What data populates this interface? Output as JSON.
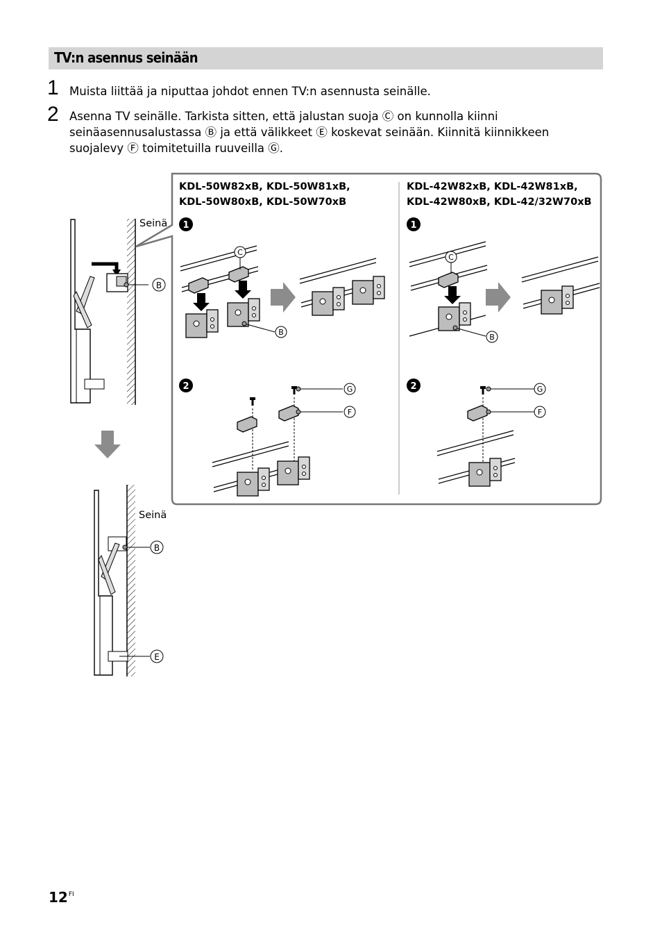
{
  "section": {
    "title": "TV:n asennus seinään"
  },
  "steps": [
    {
      "number": "1",
      "lines": [
        "Muista liittää ja niputtaa johdot ennen TV:n asennusta seinälle."
      ]
    },
    {
      "number": "2",
      "lines": [
        "Asenna TV seinälle. Tarkista sitten, että jalustan suoja Ⓒ on kunnolla kiinni",
        "seinäasennusalustassa Ⓑ ja että välikkeet Ⓔ koskevat seinään. Kiinnitä kiinnikkeen",
        "suojalevy Ⓕ toimitetuilla ruuveilla Ⓖ."
      ]
    }
  ],
  "diagram": {
    "wall_label": "Seinä",
    "models_left": [
      "KDL-50W82xB, KDL-50W81xB,",
      "KDL-50W80xB, KDL-50W70xB"
    ],
    "models_right": [
      "KDL-42W82xB, KDL-42W81xB,",
      "KDL-42W80xB, KDL-42/32W70xB"
    ],
    "markers": {
      "b": "B",
      "c": "C",
      "e": "E",
      "f": "F",
      "g": "G"
    },
    "substeps": [
      "1",
      "2"
    ]
  },
  "footer": {
    "page": "12",
    "lang": "FI"
  }
}
